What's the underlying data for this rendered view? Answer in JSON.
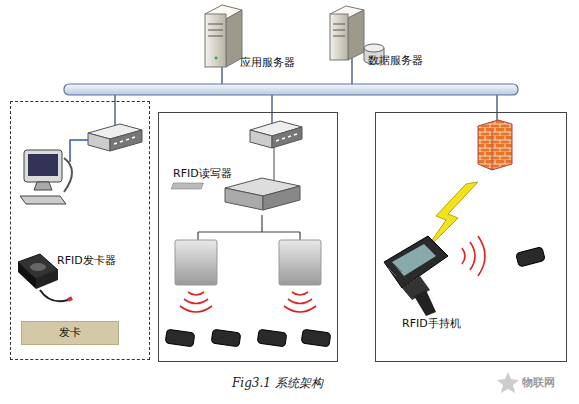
{
  "diagram": {
    "caption": "Fig3.1 系统架构",
    "nodes": [
      {
        "text": [
          "应用服务器"
        ]
      },
      {
        "text": [
          "数据服务器"
        ]
      },
      {
        "text": [
          "RFID发卡器"
        ]
      },
      {
        "text": [
          "发卡"
        ],
        "in": 2
      },
      {
        "text": [
          "RFID读写器"
        ]
      },
      {
        "text": [
          "RFID手持机"
        ]
      }
    ],
    "labels": [
      "物联网"
    ]
  }
}
